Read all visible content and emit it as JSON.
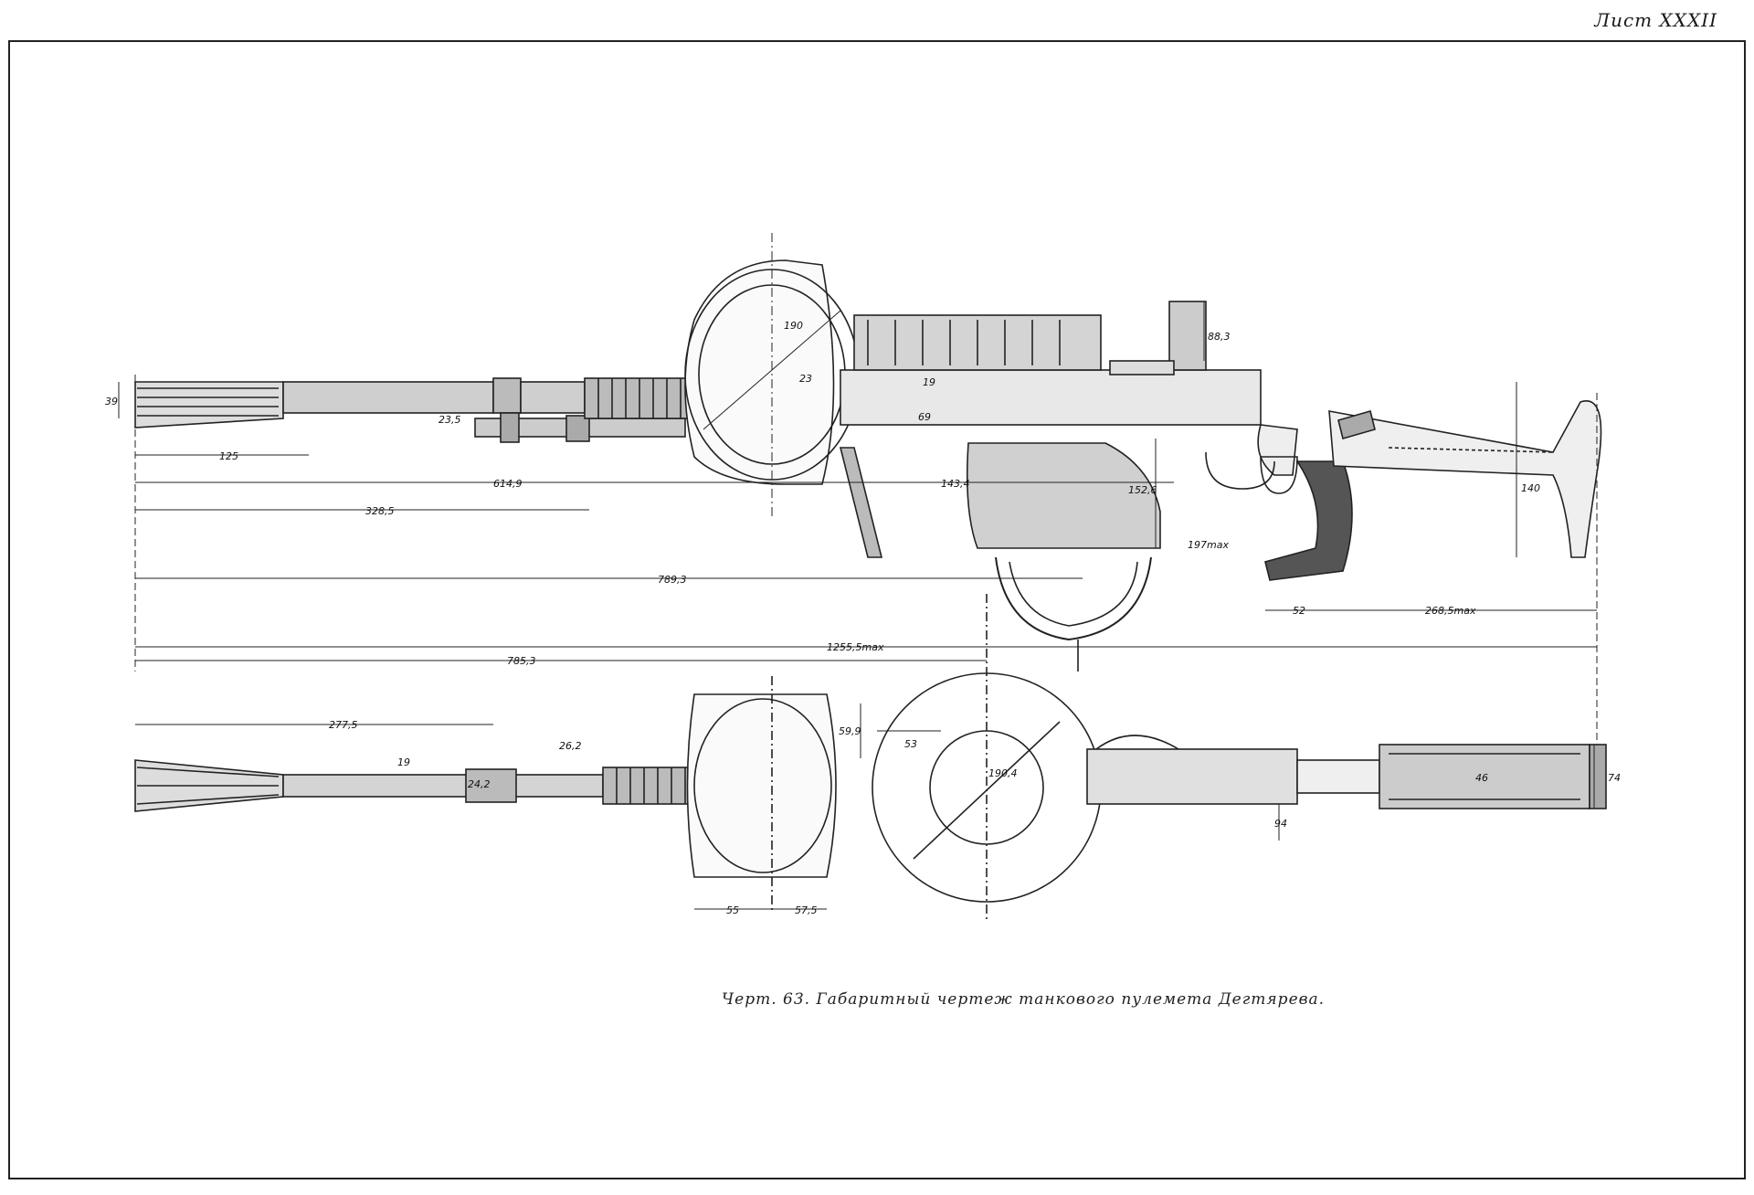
{
  "sheet_label": "Лист XXXII",
  "caption": "Черт. 63. Габаритный чертеж танкового пулемета Дегтярева.",
  "dimensions": {
    "d39": "39",
    "d125": "125",
    "d614_9": "614,9",
    "d328_5": "328,5",
    "d789_3": "789,3",
    "d1255_5": "1255,5max",
    "d785_3": "785,3",
    "d143_4": "143,4",
    "d52": "52",
    "d268_5": "268,5max",
    "d140": "140",
    "d88_3": "88,3",
    "d190": "190",
    "d23": "23",
    "d19": "19",
    "d69": "69",
    "d152_6": "152,6",
    "d197max": "197max",
    "d23_5": "23,5",
    "d277_5": "277,5",
    "d19b": "19",
    "d26_2": "26,2",
    "d24_2": "24,2",
    "d59_9": "59,9",
    "d53": "53",
    "d190_4": "190,4",
    "d55": "55",
    "d57_5": "57,5",
    "d46": "46",
    "d94": "94",
    "d74": "74"
  }
}
